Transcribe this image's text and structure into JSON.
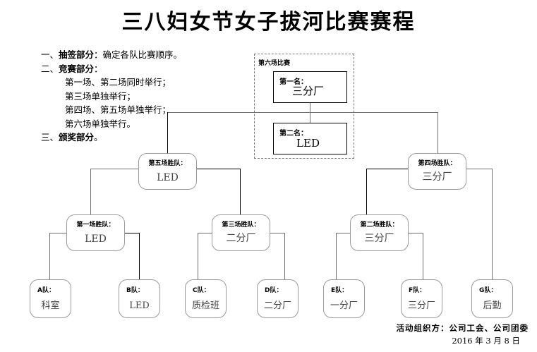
{
  "title": "三八妇女节女子拔河比赛赛程",
  "notes": [
    {
      "num": "一、",
      "head": "抽签部分",
      "rest": "：确定各队比赛顺序。",
      "indent": false
    },
    {
      "num": "二、",
      "head": "竞赛部分",
      "rest": "：",
      "indent": false
    },
    {
      "num": "",
      "head": "",
      "rest": "第一场、第二场同时举行；",
      "indent": true
    },
    {
      "num": "",
      "head": "",
      "rest": "第三场单独举行；",
      "indent": true
    },
    {
      "num": "",
      "head": "",
      "rest": "第四场、第五场单独举行；",
      "indent": true
    },
    {
      "num": "",
      "head": "",
      "rest": "第六场单独举行。",
      "indent": true
    },
    {
      "num": "三、",
      "head": "颁奖部分",
      "rest": "。",
      "indent": false
    }
  ],
  "final_group": {
    "label": "第六场比赛",
    "first": {
      "label": "第一名：",
      "value": "三分厂"
    },
    "second": {
      "label": "第二名：",
      "value": "LED"
    }
  },
  "semifinals": [
    {
      "label": "第五场胜队：",
      "value": "LED"
    },
    {
      "label": "第四场胜队：",
      "value": "三分厂"
    }
  ],
  "quarterfinals": [
    {
      "label": "第一场胜队：",
      "value": "LED"
    },
    {
      "label": "第三场胜队：",
      "value": "二分厂"
    },
    {
      "label": "第二场胜队：",
      "value": "三分厂"
    }
  ],
  "teams": [
    {
      "label": "A队：",
      "value": "科室"
    },
    {
      "label": "B队：",
      "value": "LED"
    },
    {
      "label": "C队：",
      "value": "质检班"
    },
    {
      "label": "D队：",
      "value": "二分厂"
    },
    {
      "label": "E队：",
      "value": "一分厂"
    },
    {
      "label": "F队：",
      "value": "三分厂"
    },
    {
      "label": "G队：",
      "value": "后勤"
    }
  ],
  "footer": {
    "organizer": "活动组织方：公司工会、公司团委",
    "date": "2016 年 3 月 8 日"
  },
  "colors": {
    "line": "#000000",
    "round_border": "#9a9a9a",
    "dashed_border": "#7a7a7a",
    "value_text": "#444444"
  }
}
